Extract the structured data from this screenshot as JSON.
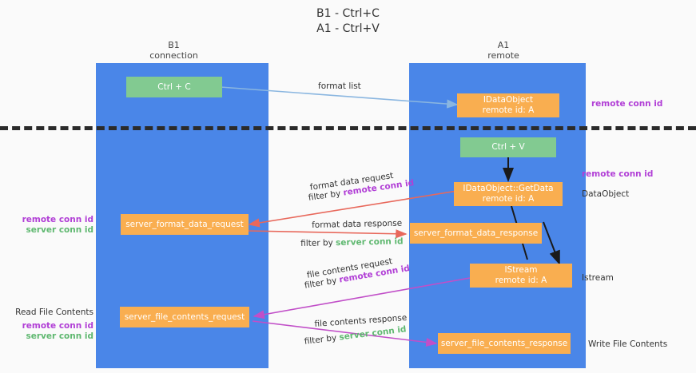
{
  "title": "B1 - Ctrl+C\nA1 - Ctrl+V",
  "lanes": [
    {
      "name": "b1",
      "title": "B1\nconnection"
    },
    {
      "name": "a1",
      "title": "A1\nremote"
    }
  ],
  "boxes": {
    "ctrl_c": {
      "line1": "Ctrl + C",
      "line2": ""
    },
    "idataobject_remote": {
      "line1": "IDataObject",
      "line2": "remote id: A"
    },
    "ctrl_v": {
      "line1": "Ctrl + V",
      "line2": ""
    },
    "getdata": {
      "line1": "IDataObject::GetData",
      "line2": "remote id: A"
    },
    "server_format_data_request": {
      "line1": "server_format_data_request",
      "line2": ""
    },
    "server_format_data_response": {
      "line1": "server_format_data_response",
      "line2": ""
    },
    "istream": {
      "line1": "IStream",
      "line2": "remote id: A"
    },
    "server_file_contents_request": {
      "line1": "server_file_contents_request",
      "line2": ""
    },
    "server_file_contents_response": {
      "line1": "server_file_contents_response",
      "line2": ""
    }
  },
  "edge_labels": {
    "format_list": "format list",
    "format_data_request": "format data request",
    "format_data_request_filter_prefix": "filter by ",
    "format_data_request_filter_key": "remote conn id",
    "format_data_response": "format data response",
    "format_data_response_filter_prefix": "filter by ",
    "format_data_response_filter_key": "server conn id",
    "file_contents_request": "file contents request",
    "file_contents_request_filter_prefix": "filter by ",
    "file_contents_request_filter_key": "remote conn id",
    "file_contents_response": "file contents response",
    "file_contents_response_filter_prefix": "filter by ",
    "file_contents_response_filter_key": "server conn id"
  },
  "annotations": {
    "right_remote_conn_id_top": "remote conn id",
    "right_remote_conn_id_mid": "remote conn id",
    "right_dataobject": "DataObject",
    "right_istream": "Istream",
    "right_write_file_contents": "Write File Contents",
    "left_remote_conn_id": "remote conn id",
    "left_server_conn_id": "server conn id",
    "left_read_file_contents": "Read File Contents",
    "left_remote_conn_id_2": "remote conn id",
    "left_server_conn_id_2": "server conn id"
  },
  "colors": {
    "lane": "#4a86e8",
    "green_box": "#82ca91",
    "orange_box": "#f9ae50",
    "purple_text": "#b13fd6",
    "green_text": "#5fb870",
    "arrow_blue": "#8ab6e0",
    "arrow_red": "#e8685b",
    "arrow_magenta": "#c14fc8",
    "arrow_black": "#1a1a1a",
    "divider": "#2b2b2b",
    "background": "#fafafa"
  }
}
